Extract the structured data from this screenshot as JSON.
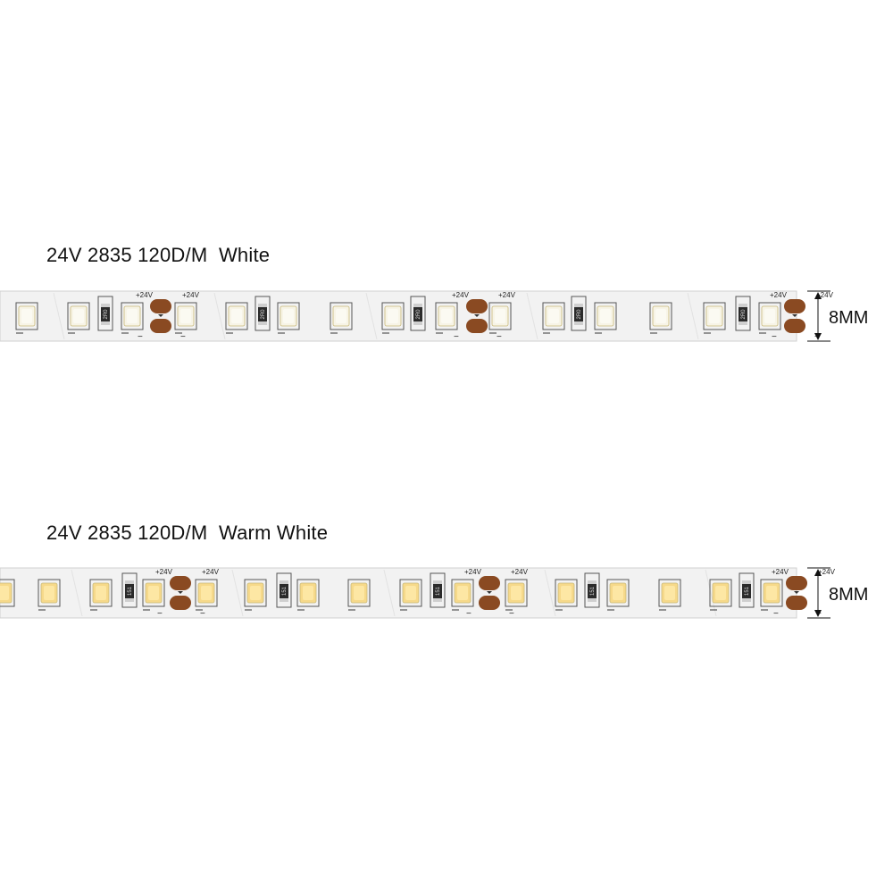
{
  "strips": [
    {
      "title": "24V 2835 120D/M  White",
      "width_label": "8MM",
      "led_color": "#f7f4e6",
      "led_emitter_color": "#fbfaf2",
      "resistor_codes": [
        "2R0",
        "2R0",
        "2R0",
        "2R0"
      ],
      "pad_label": "+24V",
      "minus_label": "−"
    },
    {
      "title": "24V 2835 120D/M  Warm White",
      "width_label": "8MM",
      "led_color": "#f6d98a",
      "led_emitter_color": "#fde7a4",
      "resistor_codes": [
        "151",
        "151",
        "151",
        "151",
        "151"
      ],
      "pad_label": "+24V",
      "minus_label": "−"
    }
  ],
  "colors": {
    "pcb": "#f2f2f2",
    "pcb_edge": "#d0d0d0",
    "solder_pad": "#8a4a22",
    "trace_line": "#555555",
    "resistor_body": "#2b2b2b"
  }
}
